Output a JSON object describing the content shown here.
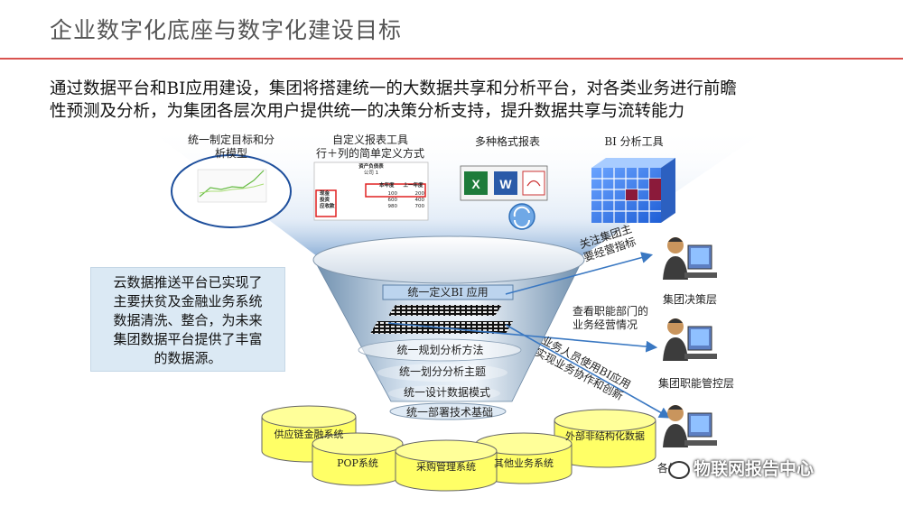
{
  "header": {
    "title": "企业数字化底座与数字化建设目标"
  },
  "intro": {
    "line1": "通过数据平台和BI应用建设，集团将搭建统一的大数据共享和分析平台，对各类业务进行前瞻",
    "line2": "性预测及分析，为集团各层次用户提供统一的决策分析支持，提升数据共享与流转能力"
  },
  "top_features": [
    {
      "line1": "统一制定目标和分",
      "line2": "析模型"
    },
    {
      "line1": "自定义报表工具",
      "line2": "行＋列的简单定义方式"
    },
    {
      "line1": "多种格式报表",
      "line2": ""
    },
    {
      "line1": "BI 分析工具",
      "line2": ""
    }
  ],
  "report_preview": {
    "title": "资产负债表",
    "company": "公司 1",
    "col1": "本年度",
    "col2": "上一年度",
    "rows": [
      {
        "label": "现金",
        "v1": "100",
        "v2": "200"
      },
      {
        "label": "投资",
        "v1": "600",
        "v2": "400"
      },
      {
        "label": "应收款",
        "v1": "980",
        "v2": "700"
      }
    ]
  },
  "callout": {
    "line1": "云数据推送平台已实现了",
    "line2": "主要扶贫及金融业务系统",
    "line3": "数据清洗、整合，为未来",
    "line4": "集团数据平台提供了丰富",
    "line5": "的数据源。"
  },
  "funnel_layers": [
    "统一定义BI 应用",
    "统一规划分析方法",
    "统一划分分析主题",
    "统一设计数据模式",
    "统一部署技术基础"
  ],
  "arrows": [
    {
      "line1": "关注集团主",
      "line2": "要经营指标"
    },
    {
      "line1": "查看职能部门的",
      "line2": "业务经营情况"
    },
    {
      "line1": "业务人员使用BI应用",
      "line2": "实现业务协作和创新"
    }
  ],
  "users": [
    "集团决策层",
    "集团职能管控层",
    "各级"
  ],
  "source_systems": [
    "供应链金融系统",
    "POP系统",
    "采购管理系统",
    "其他业务系统",
    "外部非结构化数据"
  ],
  "watermark": "物联网报告中心",
  "colors": {
    "accent_rule": "#d9534f",
    "cylinder_fill": "#ffff66",
    "callout_bg": "#dbe9f4",
    "funnel_blue": "#8eaecb"
  }
}
